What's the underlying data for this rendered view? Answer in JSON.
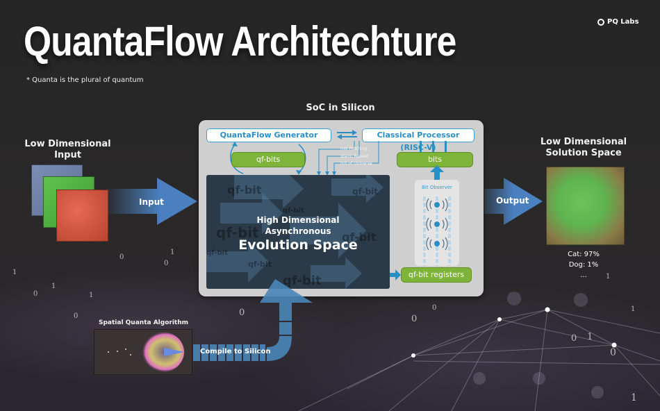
{
  "header": {
    "title": "QuantaFlow Architechture",
    "subtitle": "* Quanta is the plural of quantum",
    "brand": "PQ Labs"
  },
  "input": {
    "label_line1": "Low Dimensional",
    "label_line2": "Input",
    "arrow_label": "Input",
    "layers": [
      "blue-channel",
      "green-channel",
      "red-channel"
    ]
  },
  "soc": {
    "title": "SoC in Silicon",
    "generator_label": "QuantaFlow Generator",
    "processor_label": "Classical Processor (RISC-V)",
    "qf_bits_label": "qf-bits",
    "bits_label": "bits",
    "control_signals": [
      "Hot Patching",
      "Warm Reboot",
      "Init of Universe"
    ],
    "evolution": {
      "line1": "High Dimensional",
      "line2": "Asynchronous",
      "line3": "Evolution Space",
      "watermark": "qf-bit"
    },
    "observer_label": "Bit Observer",
    "registers_label": "qf-bit registers"
  },
  "output": {
    "arrow_label": "Output",
    "label_line1": "Low Dimensional",
    "label_line2": "Solution Space",
    "results": [
      "Cat: 97%",
      "Dog: 1%",
      "..."
    ]
  },
  "algorithm": {
    "label": "Spatial Quanta Algorithm",
    "compile_label": "Compile to Silicon"
  },
  "colors": {
    "accent_blue": "#3a9ed0",
    "green": "#7fb43a",
    "arrow_blue": "#4a80bf",
    "soc_bg": "#cfcfcf"
  }
}
